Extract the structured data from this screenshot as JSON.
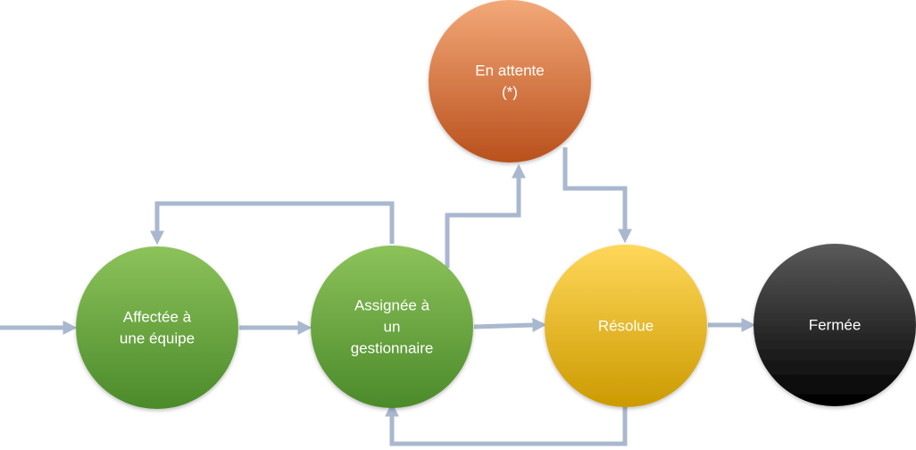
{
  "diagram": {
    "connector_color": "#a9b8cf",
    "nodes": [
      {
        "id": "affectee",
        "name": "node-affectee",
        "lines": [
          "Affectée à",
          "une équipe"
        ],
        "color_top": "#8cc25a",
        "color_bottom": "#4b8a2a"
      },
      {
        "id": "assignee",
        "name": "node-assignee",
        "lines": [
          "Assignée à",
          "un",
          "gestionnaire"
        ],
        "color_top": "#8cc25a",
        "color_bottom": "#4b8a2a"
      },
      {
        "id": "attente",
        "name": "node-en-attente",
        "lines": [
          "En attente",
          "(*)"
        ],
        "color_top": "#f3a878",
        "color_bottom": "#b9501c"
      },
      {
        "id": "resolue",
        "name": "node-resolue",
        "lines": [
          "Résolue"
        ],
        "color_top": "#ffd75a",
        "color_bottom": "#cc9a00"
      },
      {
        "id": "fermee",
        "name": "node-fermee",
        "lines": [
          "Fermée"
        ],
        "color_top": "#5a5a5a",
        "color_bottom": "#000000"
      }
    ],
    "edges": [
      {
        "name": "edge-entry-to-affectee",
        "from": "start",
        "to": "affectee"
      },
      {
        "name": "edge-affectee-to-assignee",
        "from": "affectee",
        "to": "assignee"
      },
      {
        "name": "edge-assignee-to-affectee",
        "from": "assignee",
        "to": "affectee"
      },
      {
        "name": "edge-assignee-to-attente",
        "from": "assignee",
        "to": "attente"
      },
      {
        "name": "edge-attente-to-resolue",
        "from": "attente",
        "to": "resolue"
      },
      {
        "name": "edge-assignee-to-resolue",
        "from": "assignee",
        "to": "resolue"
      },
      {
        "name": "edge-resolue-to-assignee",
        "from": "resolue",
        "to": "assignee"
      },
      {
        "name": "edge-resolue-to-fermee",
        "from": "resolue",
        "to": "fermee"
      }
    ]
  }
}
